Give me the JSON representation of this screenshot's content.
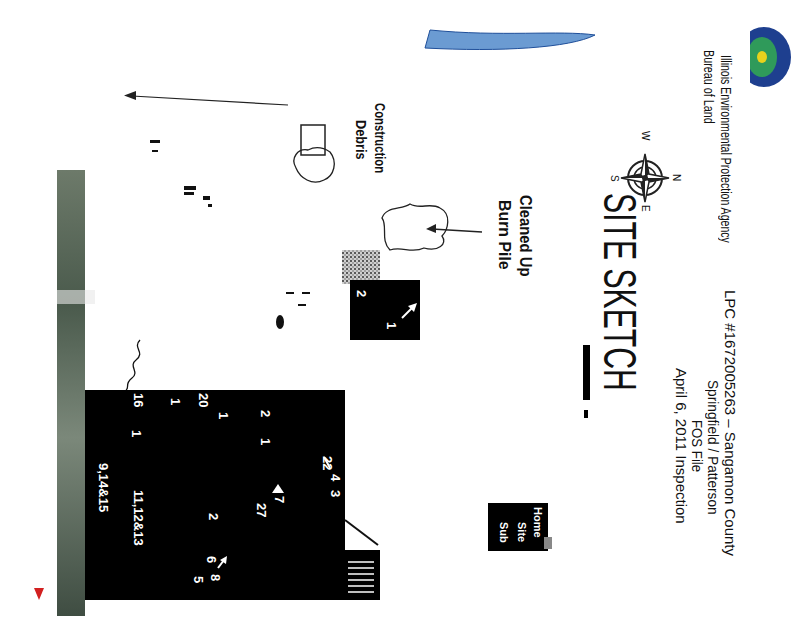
{
  "diagram": {
    "title": "SITE SKETCH",
    "labels": [
      "Illinois Environmental Protection Agency",
      "Bureau of Land",
      "LPC #1672005263 – Sangamon County",
      "Springfield / Patterson",
      "FOS File",
      "April 6, 2011 Inspection",
      "N",
      "W",
      "E",
      "S",
      "Cleaned Up",
      "Burn Pile",
      "Construction",
      "Debris",
      "2",
      "1",
      "22",
      "4",
      "3",
      "2",
      "1",
      "27",
      "7",
      "2",
      "6",
      "8",
      "5",
      "20",
      "1",
      "1",
      "16",
      "1",
      "11,12&13",
      "9,14&15",
      "Home",
      "Site",
      "Sub"
    ]
  }
}
